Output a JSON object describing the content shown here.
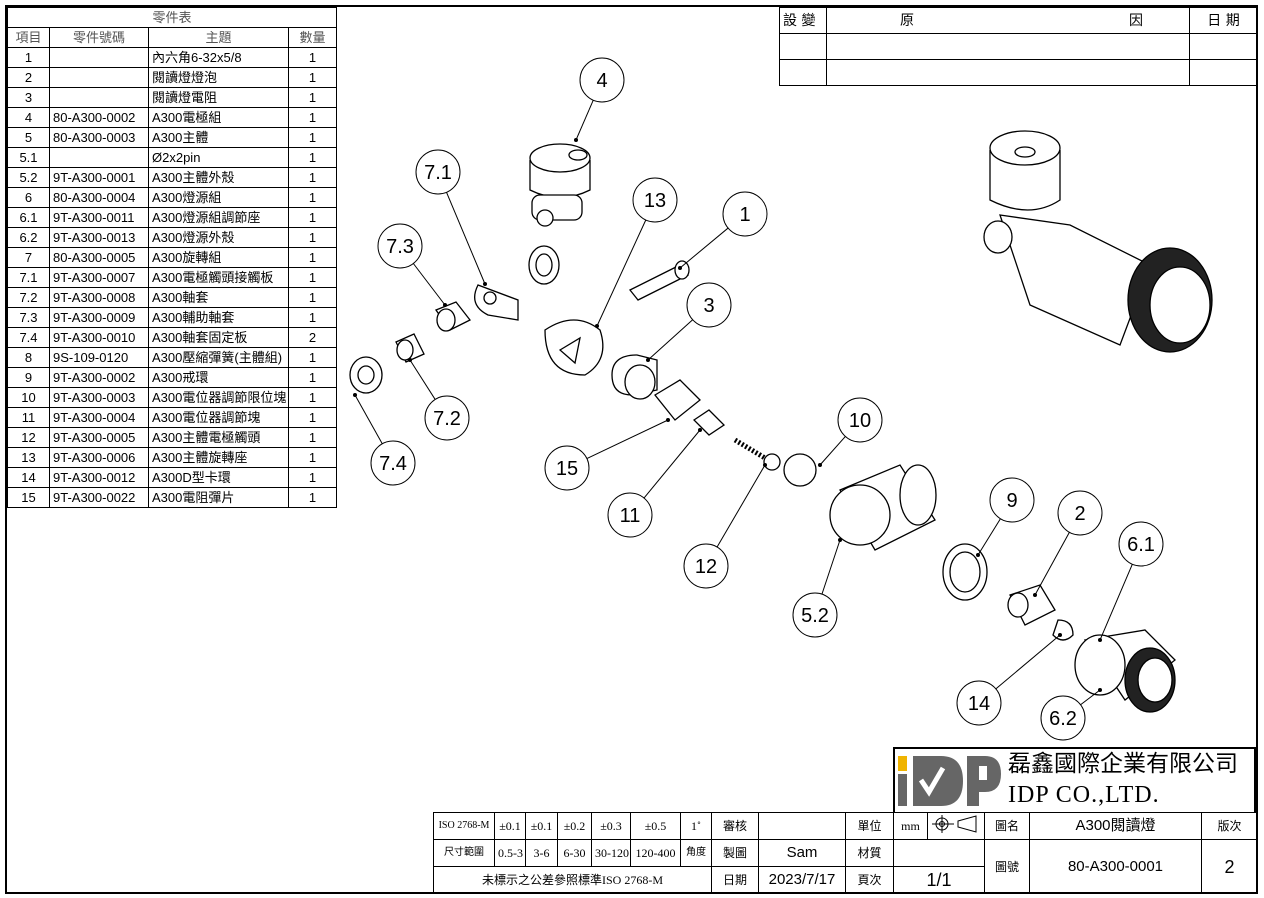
{
  "bom": {
    "title": "零件表",
    "headers": [
      "項目",
      "零件號碼",
      "主題",
      "數量"
    ],
    "rows": [
      [
        "1",
        "",
        "內六角6-32x5/8",
        "1"
      ],
      [
        "2",
        "",
        "閱讀燈燈泡",
        "1"
      ],
      [
        "3",
        "",
        "閱讀燈電阻",
        "1"
      ],
      [
        "4",
        "80-A300-0002",
        "A300電極組",
        "1"
      ],
      [
        "5",
        "80-A300-0003",
        "A300主體",
        "1"
      ],
      [
        "5.1",
        "",
        "Ø2x2pin",
        "1"
      ],
      [
        "5.2",
        "9T-A300-0001",
        "A300主體外殼",
        "1"
      ],
      [
        "6",
        "80-A300-0004",
        "A300燈源組",
        "1"
      ],
      [
        "6.1",
        "9T-A300-0011",
        "A300燈源組調節座",
        "1"
      ],
      [
        "6.2",
        "9T-A300-0013",
        "A300燈源外殼",
        "1"
      ],
      [
        "7",
        "80-A300-0005",
        "A300旋轉組",
        "1"
      ],
      [
        "7.1",
        "9T-A300-0007",
        "A300電極觸頭接觸板",
        "1"
      ],
      [
        "7.2",
        "9T-A300-0008",
        "A300軸套",
        "1"
      ],
      [
        "7.3",
        "9T-A300-0009",
        "A300輔助軸套",
        "1"
      ],
      [
        "7.4",
        "9T-A300-0010",
        "A300軸套固定板",
        "2"
      ],
      [
        "8",
        "9S-109-0120",
        "A300壓縮彈簧(主體組)",
        "1"
      ],
      [
        "9",
        "9T-A300-0002",
        "A300戒環",
        "1"
      ],
      [
        "10",
        "9T-A300-0003",
        "A300電位器調節限位塊",
        "1"
      ],
      [
        "11",
        "9T-A300-0004",
        "A300電位器調節塊",
        "1"
      ],
      [
        "12",
        "9T-A300-0005",
        "A300主體電極觸頭",
        "1"
      ],
      [
        "13",
        "9T-A300-0006",
        "A300主體旋轉座",
        "1"
      ],
      [
        "14",
        "9T-A300-0012",
        "A300D型卡環",
        "1"
      ],
      [
        "15",
        "9T-A300-0022",
        "A300電阻彈片",
        "1"
      ]
    ]
  },
  "revision": {
    "headers": [
      "設 變",
      "原",
      "因",
      "日 期"
    ]
  },
  "balloons": [
    "4",
    "7.1",
    "13",
    "1",
    "7.3",
    "3",
    "7.2",
    "7.4",
    "15",
    "10",
    "11",
    "12",
    "5.2",
    "9",
    "2",
    "6.1",
    "14",
    "6.2"
  ],
  "company": {
    "name_cn": "磊鑫國際企業有限公司",
    "name_en": "IDP CO.,LTD.",
    "logo": "iDP"
  },
  "title_block": {
    "tol_row": [
      "ISO 2768-M",
      "±0.1",
      "±0.1",
      "±0.2",
      "±0.3",
      "±0.5",
      "1˚"
    ],
    "range_row": [
      "尺寸範圍",
      "0.5-3",
      "3-6",
      "6-30",
      "30-120",
      "120-400",
      "角度"
    ],
    "note": "未標示之公差參照標準ISO 2768-M",
    "reviewer_label": "審核",
    "reviewer": "",
    "drawer_label": "製圖",
    "drawer": "Sam",
    "date_label": "日期",
    "date": "2023/7/17",
    "unit_label": "單位",
    "unit": "mm",
    "material_label": "材質",
    "material": "",
    "page_label": "頁次",
    "page": "1/1",
    "name_label": "圖名",
    "name": "A300閱讀燈",
    "number_label": "圖號",
    "number": "80-A300-0001",
    "version_label": "版次",
    "version": "2"
  }
}
